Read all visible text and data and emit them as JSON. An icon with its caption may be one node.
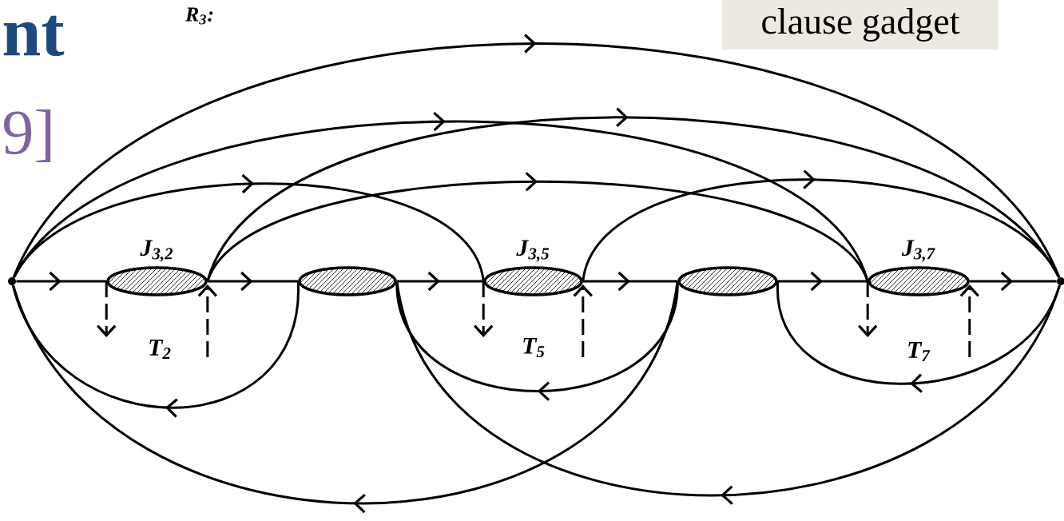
{
  "diagram": {
    "nodes": [
      {
        "text": [],
        "shape": "circle"
      },
      {
        "text": [
          "J$_{3,2}$"
        ]
      },
      {
        "text": [],
        "shape": "lens"
      },
      {
        "text": [
          "J$_{3,5}$"
        ]
      },
      {
        "text": [],
        "shape": "lens"
      },
      {
        "text": [
          "J$_{3,7}$"
        ]
      },
      {
        "text": [],
        "shape": "circle"
      },
      {
        "text": [
          "clause gadget"
        ]
      }
    ],
    "edges": [
      {
        "from": 0,
        "to": 1,
        "arrow": "to"
      },
      {
        "from": 1,
        "to": 2,
        "arrow": "to"
      },
      {
        "from": 2,
        "to": 3,
        "arrow": "to"
      },
      {
        "from": 3,
        "to": 4,
        "arrow": "to"
      },
      {
        "from": 4,
        "to": 5,
        "arrow": "to"
      },
      {
        "from": 5,
        "to": 6,
        "arrow": "to"
      },
      {
        "from": 0,
        "to": 6,
        "arrow": "to"
      },
      {
        "from": 0,
        "to": 5,
        "arrow": "to"
      },
      {
        "from": 0,
        "to": 3,
        "arrow": "to"
      },
      {
        "from": 1,
        "to": 6,
        "arrow": "to"
      },
      {
        "from": 1,
        "to": 5,
        "arrow": "to"
      },
      {
        "from": 3,
        "to": 6,
        "arrow": "to"
      },
      {
        "from": 2,
        "to": 0,
        "arrow": "to"
      },
      {
        "from": 4,
        "to": 2,
        "arrow": "to"
      },
      {
        "from": 4,
        "to": 0,
        "arrow": "to"
      },
      {
        "from": 6,
        "to": 4,
        "arrow": "to"
      },
      {
        "from": 6,
        "to": 2,
        "arrow": "to"
      },
      {
        "from": 1,
        "to": null,
        "arrow": "to",
        "style": "dashed"
      },
      {
        "from": null,
        "to": 1,
        "arrow": "to",
        "style": "dashed"
      },
      {
        "from": 3,
        "to": null,
        "arrow": "to",
        "style": "dashed"
      },
      {
        "from": null,
        "to": 3,
        "arrow": "to",
        "style": "dashed"
      },
      {
        "from": 5,
        "to": null,
        "arrow": "to",
        "style": "dashed"
      },
      {
        "from": null,
        "to": 5,
        "arrow": "to",
        "style": "dashed"
      }
    ],
    "labels": [
      "nt",
      "R$_{3}$:",
      "9]",
      "T$_{2}$",
      "T$_{5}$",
      "T$_{7}$"
    ]
  }
}
